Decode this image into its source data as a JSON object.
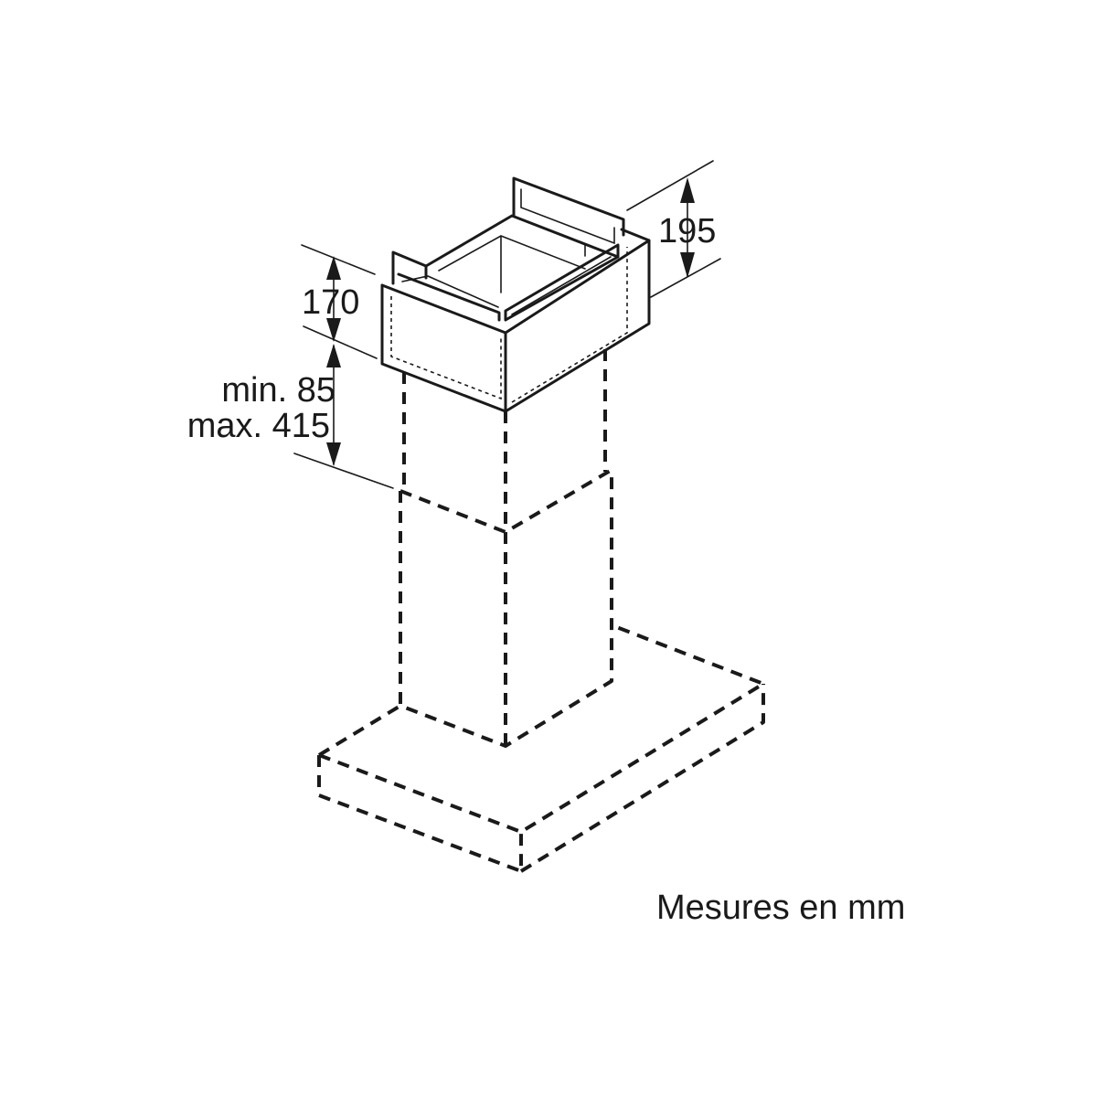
{
  "dimensions": {
    "height_box_front": "170",
    "height_box_back": "195",
    "overlap_min": "min. 85",
    "overlap_max": "max. 415"
  },
  "caption": "Mesures en mm"
}
